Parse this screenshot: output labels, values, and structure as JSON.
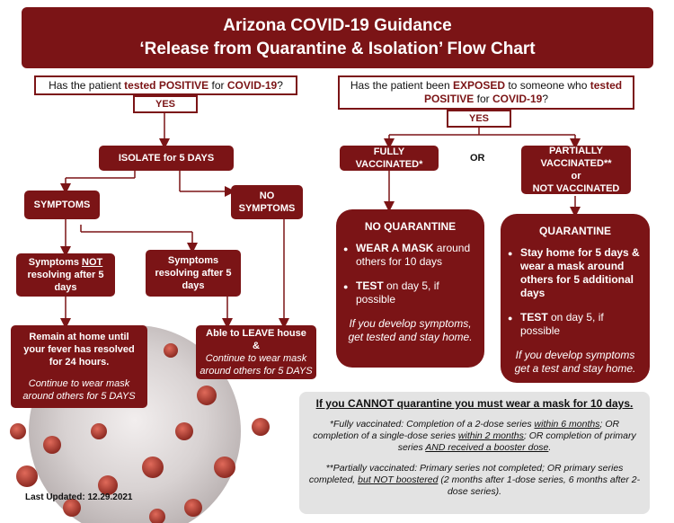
{
  "header": {
    "line1": "Arizona COVID-19 Guidance",
    "line2": "‘Release from Quarantine & Isolation’ Flow Chart"
  },
  "left": {
    "question_pre": "Has the patient ",
    "question_em": "tested POSITIVE",
    "question_mid": " for ",
    "question_em2": "COVID-19",
    "question_post": "?",
    "yes": "YES",
    "isolate": "ISOLATE for 5 DAYS",
    "symptoms": "SYMPTOMS",
    "no_symptoms_1": "NO",
    "no_symptoms_2": "SYMPTOMS",
    "not_resolving_1": "Symptoms ",
    "not_resolving_em": "NOT",
    "not_resolving_2": " resolving after 5 days",
    "resolving": "Symptoms resolving after 5 days",
    "remain_home": "Remain at home until your fever has resolved for 24 hours.",
    "remain_home_note": "Continue to wear mask around others for 5 DAYS",
    "leave_house_1": "Able to LEAVE house",
    "leave_house_amp": "&",
    "leave_house_note": "Continue to wear mask around others for 5 DAYS"
  },
  "right": {
    "question_pre": "Has the patient been ",
    "question_em": "EXPOSED",
    "question_mid": " to someone who ",
    "question_em2": "tested POSITIVE",
    "question_mid2": " for ",
    "question_em3": "COVID-19",
    "question_post": "?",
    "yes": "YES",
    "or": "OR",
    "fully": "FULLY VACCINATED*",
    "partial_1": "PARTIALLY VACCINATED**",
    "partial_or": "or",
    "partial_2": "NOT VACCINATED",
    "no_quarantine": {
      "title": "NO QUARANTINE",
      "b1_em": "WEAR A MASK",
      "b1_rest": " around others for 10 days",
      "b2_em": "TEST",
      "b2_rest": " on day 5,  if possible",
      "note": "If you develop symptoms, get tested and stay home."
    },
    "quarantine": {
      "title": "QUARANTINE",
      "b1": "Stay home for 5 days & wear a mask around others for 5 additional days",
      "b2_em": "TEST",
      "b2_rest": " on day 5,  if possible",
      "note": "If you develop symptoms get a test and stay home."
    }
  },
  "footer": {
    "cannot": "If you CANNOT quarantine you must wear a mask for 10 days.",
    "fully_def": "*Fully vaccinated: Completion of a 2-dose series within 6 months; OR completion of a single-dose series within 2 months; OR completion of primary series AND received a booster dose.",
    "fully_def_p1": "*Fully vaccinated: Completion of a 2-dose series ",
    "fully_def_u1": "within 6 months",
    "fully_def_p2": "; OR completion of a single-dose series ",
    "fully_def_u2": "within 2 months",
    "fully_def_p3": "; OR completion of primary series ",
    "fully_def_u3": "AND received a booster dose",
    "fully_def_p4": ".",
    "partial_def_p1": "**Partially vaccinated: Primary series not completed; OR primary series completed, ",
    "partial_def_u1": "but NOT boostered",
    "partial_def_p2": " (2 months after 1-dose series, 6 months after 2-dose series).",
    "updated": "Last Updated: 12.29.2021"
  },
  "colors": {
    "maroon": "#7b1416",
    "grey": "#e3e3e3"
  }
}
